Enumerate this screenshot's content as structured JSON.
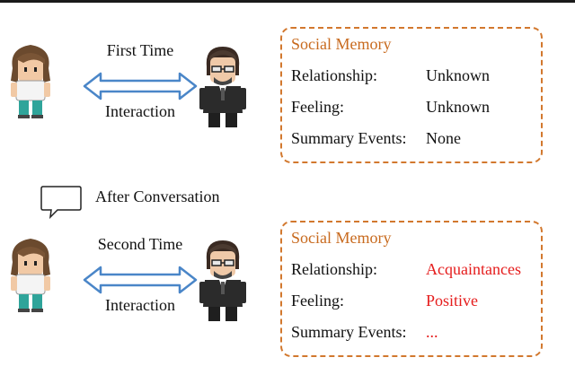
{
  "panels": [
    {
      "arrow_top_label": "First Time",
      "arrow_bottom_label": "Interaction",
      "memory": {
        "title": "Social Memory",
        "fields": [
          {
            "key": "Relationship:",
            "value": "Unknown"
          },
          {
            "key": "Feeling:",
            "value": "Unknown"
          },
          {
            "key": "Summary Events:",
            "value": "None"
          }
        ]
      }
    },
    {
      "arrow_top_label": "Second Time",
      "arrow_bottom_label": "Interaction",
      "memory": {
        "title": "Social Memory",
        "fields": [
          {
            "key": "Relationship:",
            "value": "Acquaintances"
          },
          {
            "key": "Feeling:",
            "value": "Positive"
          },
          {
            "key": "Summary Events:",
            "value": "..."
          }
        ]
      }
    }
  ],
  "transition": {
    "icon": "speech-bubble-icon",
    "label": "After Conversation"
  },
  "colors": {
    "memory_border": "#d2782e",
    "memory_title": "#c86a1e",
    "arrow": "#4a86c8",
    "highlight": "#e51c1c"
  }
}
